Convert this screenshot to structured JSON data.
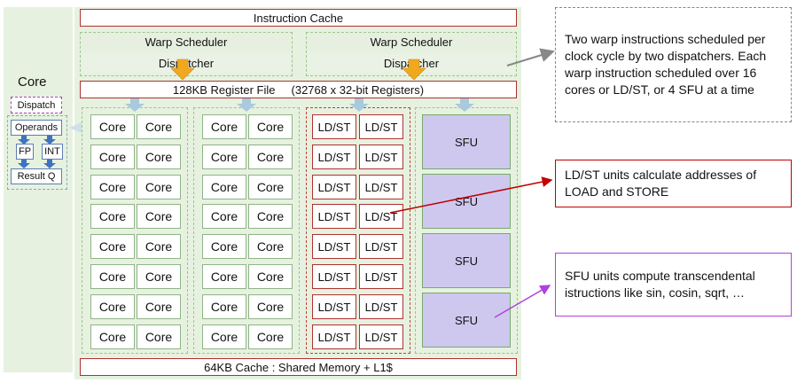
{
  "diagram": {
    "instruction_cache": "Instruction Cache",
    "warp_schedulers": [
      "Warp Scheduler",
      "Warp Scheduler"
    ],
    "dispatchers": [
      "Dispatcher",
      "Dispatcher"
    ],
    "register_file": "128KB Register File",
    "register_file_detail": "(32768 x  32-bit Registers)",
    "core_label": "Core",
    "ldst_label": "LD/ST",
    "sfu_label": "SFU",
    "shared_memory": "64KB Cache :  Shared Memory + L1$",
    "core_detail": {
      "title": "Core",
      "dispatch": "Dispatch",
      "operands": "Operands",
      "fp": "FP",
      "int": "INT",
      "result": "Result Q"
    }
  },
  "notes": {
    "warp": "Two warp instructions scheduled per clock cycle by two dispatchers. Each warp instruction scheduled over 16 cores or LD/ST, or 4 SFU at a time",
    "ldst": "LD/ST units calculate addresses of LOAD and STORE",
    "sfu": "SFU units compute transcendental istructions like sin, cosin, sqrt, …"
  },
  "colors": {
    "panel": "#e6f2df",
    "red_border": "#b03030",
    "sfu_fill": "#cfc8ee",
    "dispatch_arrow": "#f0a81e",
    "flow_arrow": "#a9c9dd",
    "note_ldst_border": "#c00000",
    "note_sfu_border": "#b040e0",
    "note_warp_border": "#888888"
  }
}
